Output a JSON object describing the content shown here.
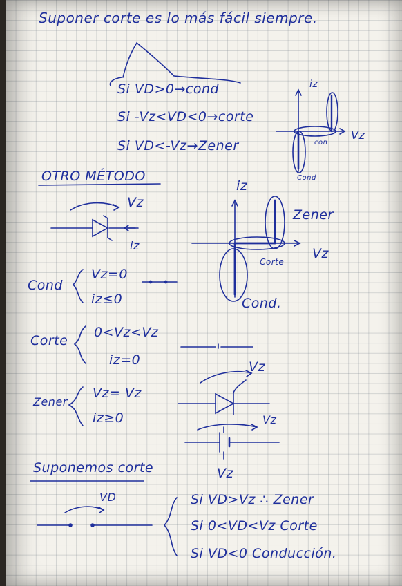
{
  "title": "Suponer corte es lo más fácil siempre.",
  "rules_top": [
    "Si VD>0→cond",
    "Si -Vz<VD<0→corte",
    "Si VD<-Vz→Zener"
  ],
  "graph1": {
    "iz": "iz",
    "vz": "Vz",
    "con": "con",
    "cond": "Cond"
  },
  "otro_metodo": "OTRO MÉTODO",
  "diode": {
    "vz": "Vz",
    "iz": "iz"
  },
  "graph2": {
    "iz": "iz",
    "vz": "Vz",
    "zener": "Zener",
    "corte": "Corte",
    "cond": "Cond."
  },
  "cond": {
    "label": "Cond",
    "l1": "Vz=0",
    "l2": "iz≤0"
  },
  "corte": {
    "label": "Corte",
    "l1": "0<Vz<Vz",
    "l2": "iz=0"
  },
  "zener": {
    "label": "Zener",
    "l1": "Vz= Vz",
    "l2": "iz≥0",
    "vz1": "Vz",
    "vz2": "Vz",
    "vz3": "Vz"
  },
  "suponemos": "Suponemos corte",
  "bottom": {
    "vd": "VD"
  },
  "rules_bottom": [
    "Si VD>Vz ∴ Zener",
    "Si   0<VD<Vz Corte",
    "Si VD<0 Conducción."
  ]
}
